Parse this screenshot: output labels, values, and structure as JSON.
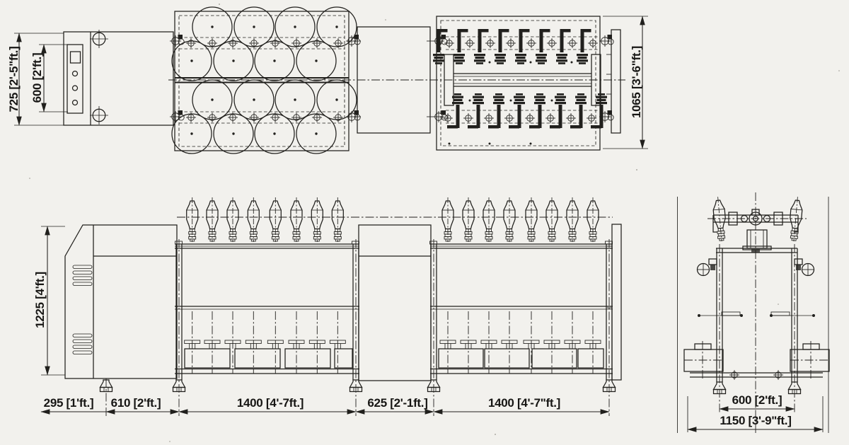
{
  "palette": {
    "paper": "#f2f1ed",
    "ink": "#21201d"
  },
  "drawing_type": "machine-general-arrangement",
  "dims": {
    "d725": "725 [2'-5\"ft.]",
    "d600_top": "600 [2'ft.]",
    "d1065": "1065 [3'-6\"ft.]",
    "d1225": "1225 [4'ft.]",
    "d295": "295  [1'ft.]",
    "d610": "610 [2'ft.]",
    "d1400a": "1400 [4'-7ft.]",
    "d625": "625 [2'-1ft.]",
    "d1400b": "1400 [4'-7\"ft.]",
    "d600_end": "600 [2'ft.]",
    "d1150": "1150 [3'-9\"ft.]"
  }
}
